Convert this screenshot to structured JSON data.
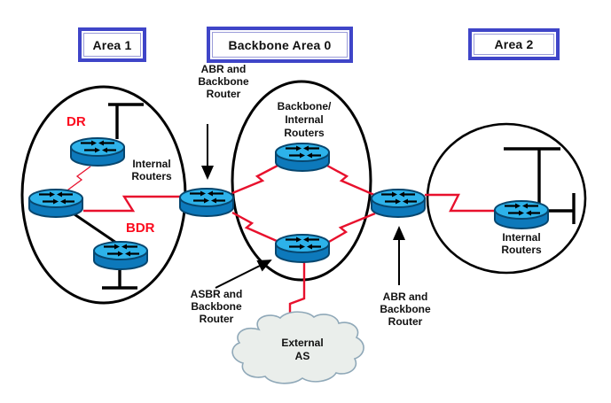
{
  "diagram_type": "OSPF multi-area network topology",
  "area_boxes": [
    {
      "label": "Area 1"
    },
    {
      "label": "Backbone Area 0"
    },
    {
      "label": "Area 2"
    }
  ],
  "annotations": {
    "abr_left": [
      "ABR and",
      "Backbone",
      "Router"
    ],
    "backbone_internal": [
      "Backbone/",
      "Internal",
      "Routers"
    ],
    "area1_internal": [
      "Internal",
      "Routers"
    ],
    "dr": "DR",
    "bdr": "BDR",
    "asbr": [
      "ASBR and",
      "Backbone",
      "Router"
    ],
    "abr_right": [
      "ABR and",
      "Backbone",
      "Router"
    ],
    "area2_internal": [
      "Internal",
      "Routers"
    ],
    "external_as": [
      "External",
      "AS"
    ]
  },
  "icons": {
    "router": "cisco-router-cylinder",
    "cloud": "network-cloud",
    "ethernet": "ethernet-segment-t-bar"
  },
  "colors": {
    "box_border_blue": "#3f45c8",
    "red_link": "#e8112d",
    "red_label": "#fb0b1e",
    "router_top": "#2db2ea",
    "router_body": "#0d79bb",
    "router_outline": "#07466e",
    "cloud_fill": "#eaeeeb",
    "cloud_stroke": "#8fa8b8",
    "line_black": "#000000"
  }
}
